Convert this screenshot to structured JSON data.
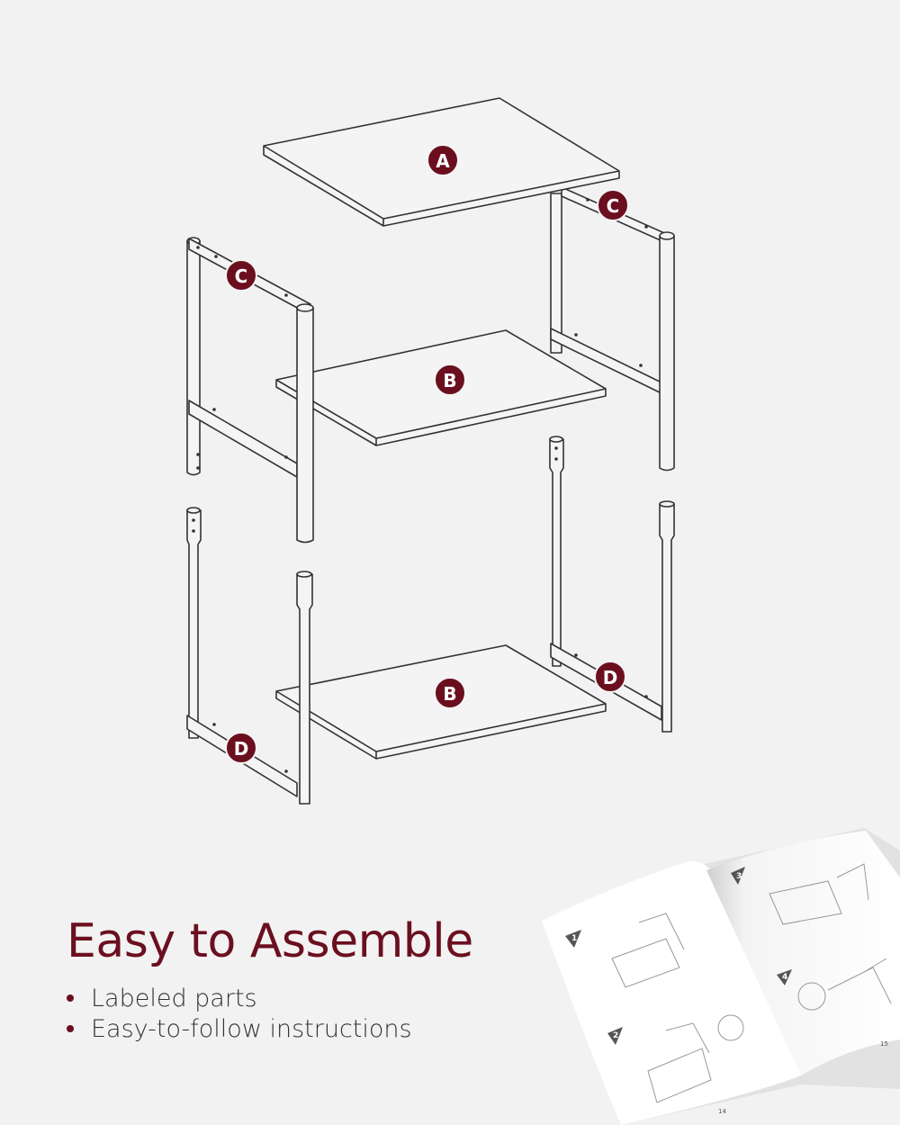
{
  "diagram": {
    "labels": {
      "top_panel": "A",
      "middle_shelf": "B",
      "bottom_shelf": "B",
      "upper_left_frame": "C",
      "upper_right_frame": "C",
      "lower_left_frame": "D",
      "lower_right_frame": "D"
    },
    "badge_color": "#6b0f1f"
  },
  "headline": "Easy to Assemble",
  "bullets": [
    "Labeled parts",
    "Easy-to-follow instructions"
  ],
  "booklet": {
    "steps": [
      "1",
      "2",
      "3",
      "4"
    ],
    "page_left": "14",
    "page_right": "15"
  },
  "colors": {
    "background": "#f2f2f2",
    "accent": "#6b0f1f",
    "text": "#333333"
  }
}
